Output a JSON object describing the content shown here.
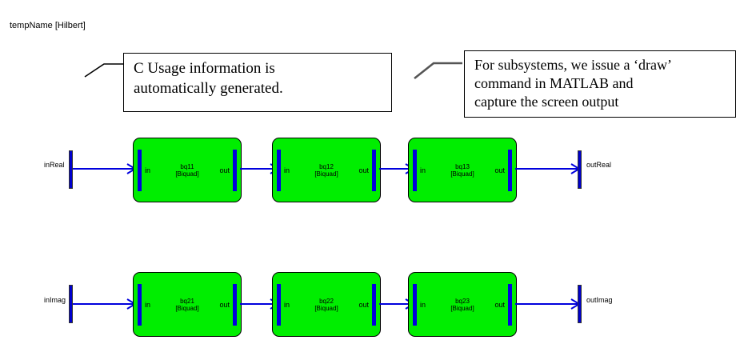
{
  "diagram": {
    "title": "tempName [Hilbert]",
    "background_color": "#ffffff",
    "block_fill_color": "#00ee00",
    "block_border_color": "#000000",
    "signal_color": "#0000dd",
    "port_color": "#0000cc"
  },
  "callouts": [
    {
      "id": "callout-c-usage",
      "lines": [
        "C Usage information is",
        "automatically generated."
      ]
    },
    {
      "id": "callout-subsystems",
      "lines": [
        "For subsystems, we issue a ‘draw’",
        "command in MATLAB and",
        "capture the screen output"
      ]
    }
  ],
  "rows": [
    {
      "name": "real-path",
      "input_port": {
        "label": "inReal"
      },
      "output_port": {
        "label": "outReal"
      },
      "blocks": [
        {
          "name": "bq11",
          "type": "[Biquad]",
          "in_label": "in",
          "out_label": "out"
        },
        {
          "name": "bq12",
          "type": "[Biquad]",
          "in_label": "in",
          "out_label": "out"
        },
        {
          "name": "bq13",
          "type": "[Biquad]",
          "in_label": "in",
          "out_label": "out"
        }
      ]
    },
    {
      "name": "imag-path",
      "input_port": {
        "label": "inImag"
      },
      "output_port": {
        "label": "outImag"
      },
      "blocks": [
        {
          "name": "bq21",
          "type": "[Biquad]",
          "in_label": "in",
          "out_label": "out"
        },
        {
          "name": "bq22",
          "type": "[Biquad]",
          "in_label": "in",
          "out_label": "out"
        },
        {
          "name": "bq23",
          "type": "[Biquad]",
          "in_label": "in",
          "out_label": "out"
        }
      ]
    }
  ]
}
